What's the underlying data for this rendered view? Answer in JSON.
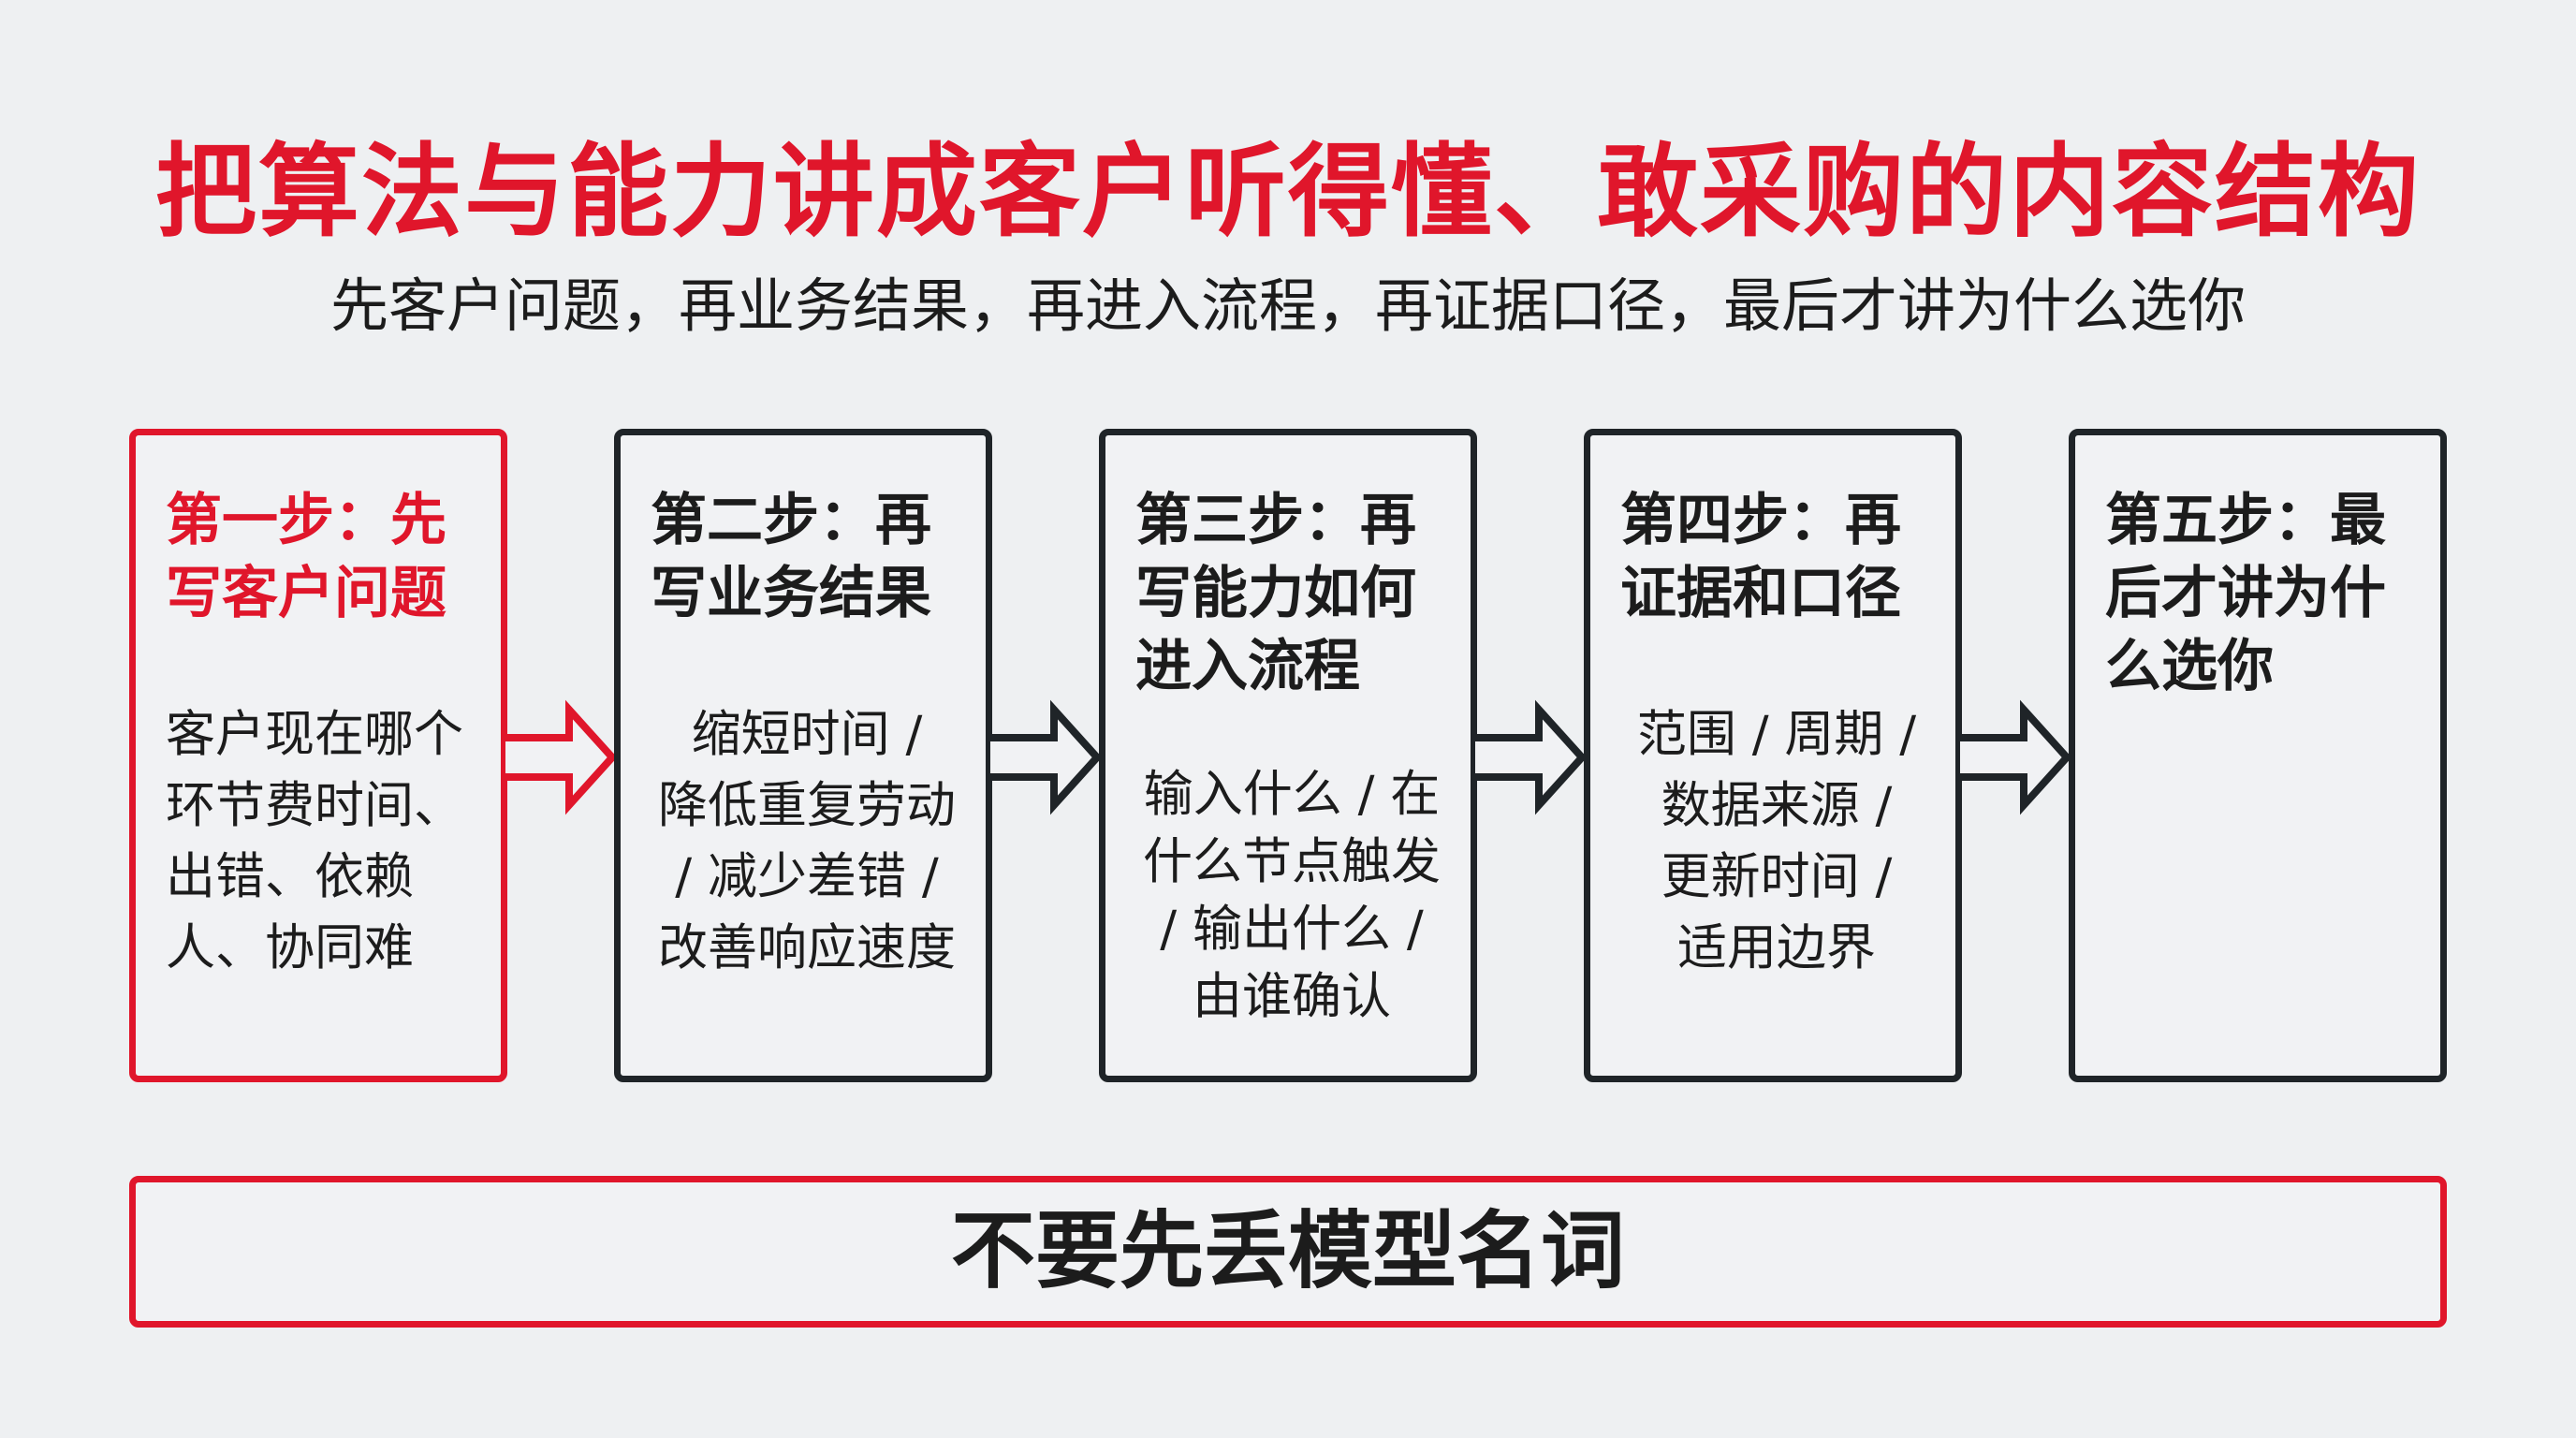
{
  "title": "把算法与能力讲成客户听得懂、敢采购的内容结构",
  "subtitle": "先客户问题，再业务结果，再进入流程，再证据口径，最后才讲为什么选你",
  "colors": {
    "accent": "#e0162b",
    "dark": "#1f2428",
    "background": "#eef0f2"
  },
  "steps": [
    {
      "title_line1": "第一步：先",
      "title_line2": "写客户问题",
      "title_line3": "",
      "body_lines": [
        "客户现在哪个",
        "环节费时间、",
        "出错、依赖",
        "人、协同难"
      ]
    },
    {
      "title_line1": "第二步：再",
      "title_line2": "写业务结果",
      "title_line3": "",
      "body_lines": [
        "缩短时间 /",
        "降低重复劳动",
        "/ 减少差错 /",
        "改善响应速度"
      ]
    },
    {
      "title_line1": "第三步：再",
      "title_line2": "写能力如何",
      "title_line3": "进入流程",
      "body_lines": [
        "输入什么 / 在",
        "什么节点触发",
        "/ 输出什么 /",
        "由谁确认"
      ]
    },
    {
      "title_line1": "第四步：再",
      "title_line2": "证据和口径",
      "title_line3": "",
      "body_lines": [
        "范围 / 周期 /",
        "数据来源 /",
        "更新时间 /",
        "适用边界"
      ]
    },
    {
      "title_line1": "第五步：最",
      "title_line2": "后才讲为什",
      "title_line3": "么选你",
      "body_lines": []
    }
  ],
  "bottom_note": "不要先丢模型名词"
}
